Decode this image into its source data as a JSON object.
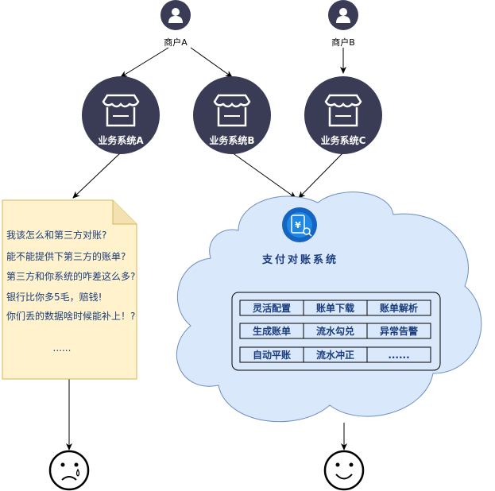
{
  "merchants": [
    {
      "label": "商户A"
    },
    {
      "label": "商户B"
    }
  ],
  "business_systems": [
    {
      "label": "业务系统A"
    },
    {
      "label": "业务系统B"
    },
    {
      "label": "业务系统C"
    }
  ],
  "note": {
    "lines": [
      "我该怎么和第三方对账?",
      "能不能提供下第三方的账单?",
      "第三方和你系统的咋差这么多?",
      "银行比你多5毛，赔钱!",
      "你们丢的数据啥时候能补上！?",
      "......"
    ]
  },
  "payment_system": {
    "title": "支付对账系统",
    "icon_symbol": "¥",
    "features": [
      [
        "灵活配置",
        "账单下载",
        "账单解析"
      ],
      [
        "生成账单",
        "流水勾兑",
        "异常告警"
      ],
      [
        "自动平账",
        "流水冲正",
        "......"
      ]
    ]
  },
  "outcomes": {
    "sad": "sad-face-icon",
    "happy": "happy-face-icon"
  },
  "colors": {
    "dark_circle": "#3a3b55",
    "cloud_fill": "#dae8fc",
    "cloud_stroke": "#6c8ebf",
    "note_fill": "#fff2cc",
    "note_stroke": "#d6b656",
    "feature_fill": "#dae8fc",
    "panel_fill": "#dae8fc",
    "text_blue": "#1a3d7c",
    "icon_blue": "#1565c0"
  }
}
